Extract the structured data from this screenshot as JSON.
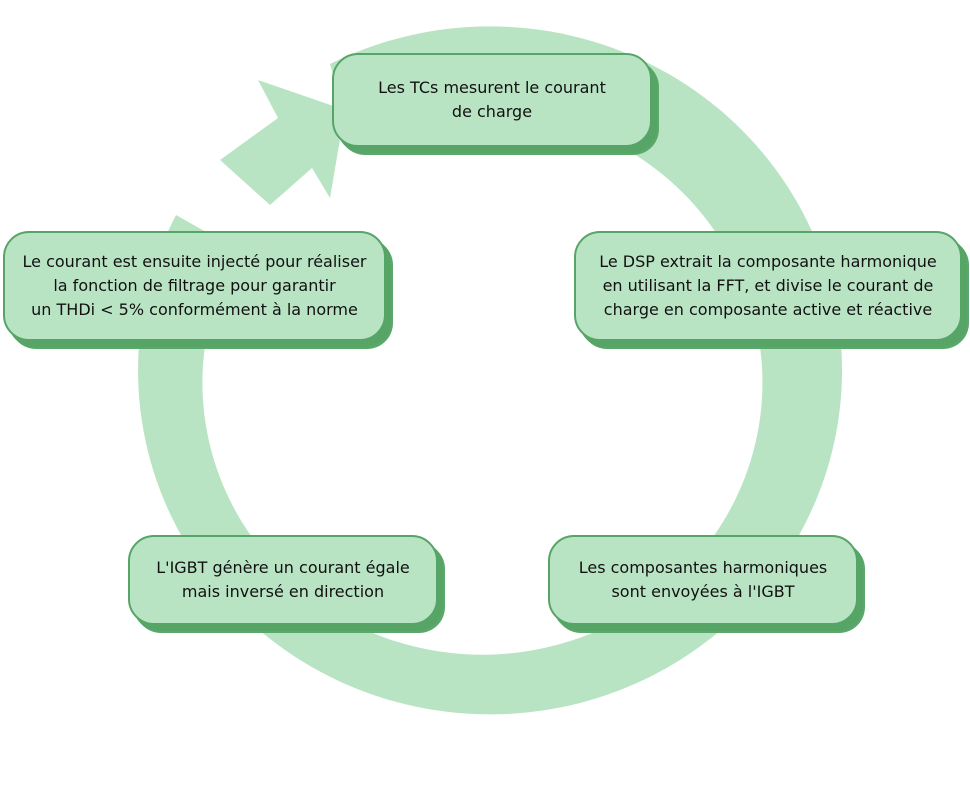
{
  "diagram": {
    "type": "cycle",
    "colors": {
      "ring": "#b9e4c4",
      "box_fill": "#b9e4c4",
      "box_border": "#56a466",
      "text": "#111111",
      "background": "#ffffff"
    },
    "steps": [
      {
        "id": "step-1",
        "label": "Les TCs mesurent le courant\nde charge"
      },
      {
        "id": "step-2",
        "label": "Le DSP extrait la composante harmonique\nen utilisant la FFT, et divise le courant de\ncharge en composante active et réactive"
      },
      {
        "id": "step-3",
        "label": "Les composantes harmoniques\nsont envoyées à l'IGBT"
      },
      {
        "id": "step-4",
        "label": "L'IGBT génère un courant égale\nmais inversé en direction"
      },
      {
        "id": "step-5",
        "label": "Le courant est ensuite injecté pour réaliser\nla fonction de filtrage pour garantir\nun THDi < 5% conformément à la norme"
      }
    ],
    "flow_direction": "clockwise"
  }
}
